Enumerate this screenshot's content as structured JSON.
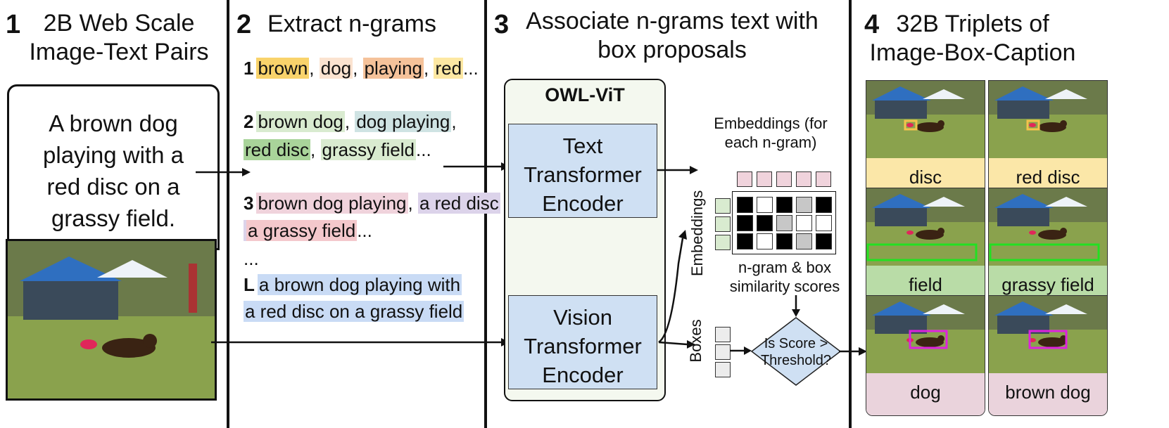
{
  "steps": [
    {
      "num": "1",
      "title": "2B Web Scale Image-Text Pairs"
    },
    {
      "num": "2",
      "title": "Extract n-grams"
    },
    {
      "num": "3",
      "title": "Associate n-grams text with box proposals"
    },
    {
      "num": "4",
      "title": "32B Triplets of Image-Box-Caption"
    }
  ],
  "example_caption": "A brown dog playing with a red disc on a grassy field.",
  "ngrams": {
    "row1": {
      "label": "1",
      "items": [
        "brown",
        "dog",
        "playing",
        "red"
      ],
      "tail": "..."
    },
    "row2": {
      "label": "2",
      "items": [
        "brown dog",
        "dog playing",
        "red disc",
        "grassy field"
      ],
      "tail": "..."
    },
    "row3": {
      "label": "3",
      "items": [
        "brown dog playing",
        "a red disc",
        "a grassy field"
      ],
      "tail": "..."
    },
    "ellipsis": "...",
    "rowL": {
      "label": "L",
      "items": [
        "a brown dog playing with",
        "a red disc on a grassy field"
      ]
    }
  },
  "model": {
    "name": "OWL-ViT",
    "text_encoder": "Text Transformer Encoder",
    "vision_encoder": "Vision Transformer Encoder"
  },
  "similarity": {
    "embeddings_title": "Embeddings (for each n-gram)",
    "embeddings_side": "Embeddings",
    "boxes_side": "Boxes",
    "scores_caption": "n-gram & box similarity scores",
    "decision": "Is Score > Threshold?",
    "matrix": [
      [
        "k",
        "w",
        "k",
        "g",
        "k"
      ],
      [
        "k",
        "k",
        "g",
        "w",
        "w"
      ],
      [
        "k",
        "w",
        "k",
        "g",
        "k"
      ]
    ]
  },
  "triplets": [
    {
      "caption": "disc",
      "color": "#fbe7a8",
      "box": "#f5c24c"
    },
    {
      "caption": "red disc",
      "color": "#fbe7a8",
      "box": "#f5c24c"
    },
    {
      "caption": "field",
      "color": "#b9dca7",
      "box": "#22e022"
    },
    {
      "caption": "grassy field",
      "color": "#b9dca7",
      "box": "#22e022"
    },
    {
      "caption": "dog",
      "color": "#ead3dc",
      "box": "#dd22dd"
    },
    {
      "caption": "brown dog",
      "color": "#ead3dc",
      "box": "#dd22dd"
    }
  ],
  "colors": {
    "brown": "#f9d36b",
    "dog": "#fbe3d0",
    "playing": "#f5c29a",
    "red": "#fde8a3",
    "green": "#b9dca7",
    "teal": "#cfe3e3",
    "lightgreen": "#d9ebd0",
    "pink": "#f0d3dc",
    "lavender": "#dcd3ea",
    "rose": "#f4c8cc",
    "blue": "#c9dbf5",
    "encoder": "#cfe0f3",
    "panel": "#f4f8ef"
  }
}
